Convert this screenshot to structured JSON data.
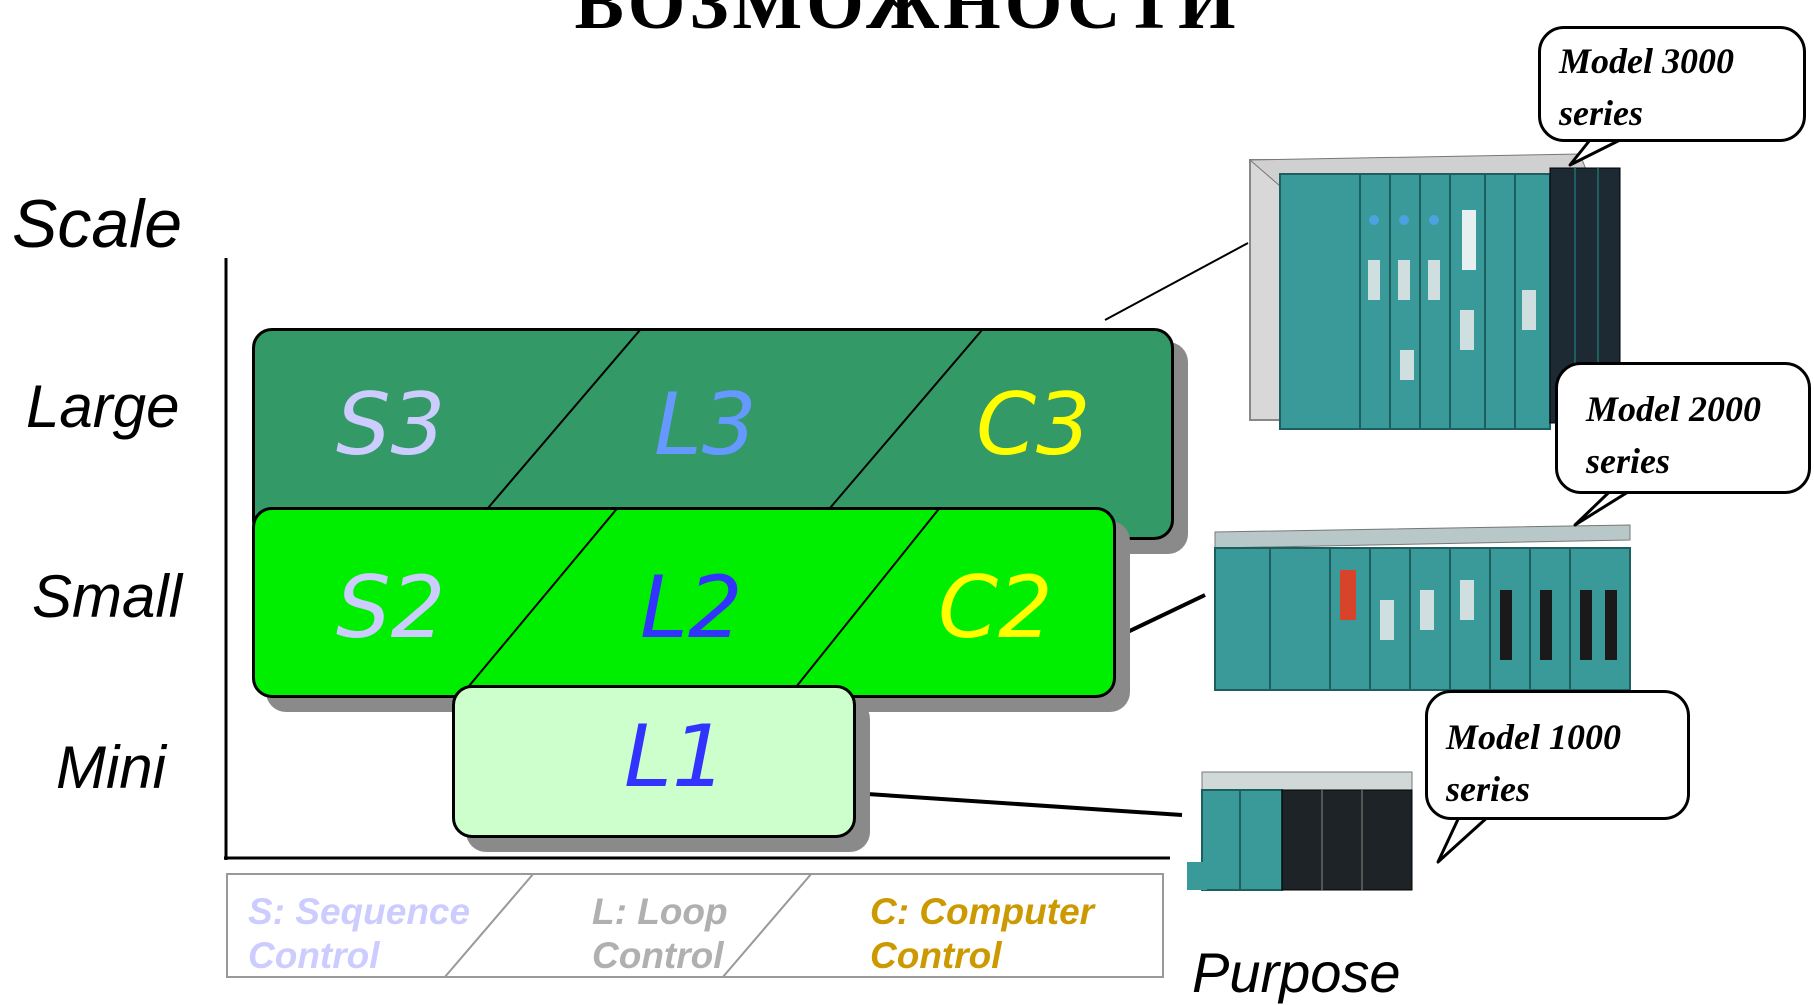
{
  "title": "возможности",
  "axis": {
    "y_label": "Scale",
    "x_label": "Purpose",
    "levels": [
      "Large",
      "Small",
      "Mini"
    ]
  },
  "cells": {
    "S3": "S3",
    "L3": "L3",
    "C3": "C3",
    "S2": "S2",
    "L2": "L2",
    "C2": "C2",
    "L1": "L1"
  },
  "legend": {
    "sequence_line1": "S: Sequence",
    "sequence_line2": "Control",
    "loop_line1": "L: Loop",
    "loop_line2": "Control",
    "computer_line1": "C: Computer",
    "computer_line2": "Control"
  },
  "models": {
    "m3000_line1": "Model 3000",
    "m3000_line2": "series",
    "m2000_line1": "Model 2000",
    "m2000_line2": "series",
    "m1000_line1": "Model 1000",
    "m1000_line2": "series"
  },
  "colors": {
    "large_band": "#339966",
    "small_band": "#00ee00",
    "mini_band": "#ccffcc",
    "sequence_text": "#ccccff",
    "loop_large_text": "#6699ff",
    "loop_text": "#3333ff",
    "computer_text": "#ffff00",
    "legend_sequence": "#ccccff",
    "legend_loop": "#b0b0b0",
    "legend_computer": "#cc9900",
    "device_panel": "#3a9a9a"
  },
  "icons": [
    "model-3000-rack-image",
    "model-2000-rack-image",
    "model-1000-rack-image"
  ]
}
